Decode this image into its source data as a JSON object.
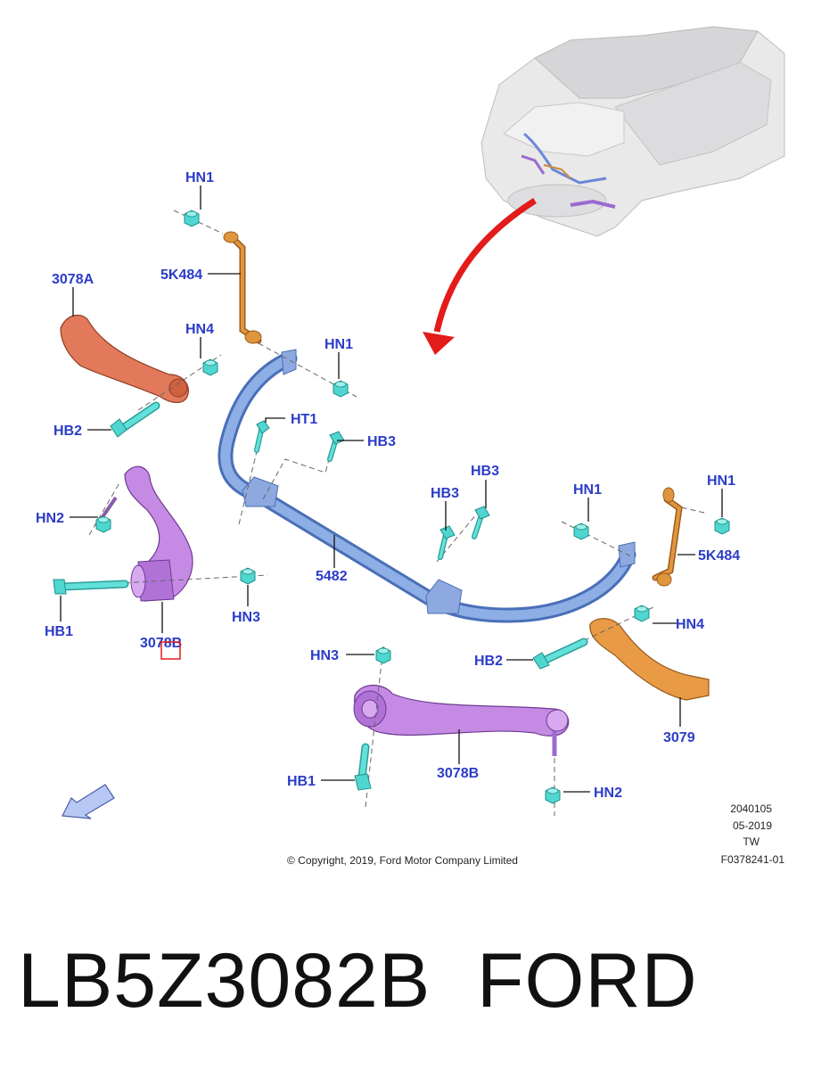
{
  "colors": {
    "label_blue": "#2b3cc8",
    "stabilizer_bar": "#7e9fdc",
    "control_arm_purple": "#b57ed8",
    "arm_orange": "#d9883a",
    "arm_red": "#d9684a",
    "fastener_cyan": "#4fd6d0",
    "arrow_red": "#e31b1b",
    "direction_arrow": "#b8c8f4"
  },
  "labels": {
    "hn1_top": "HN1",
    "k5484_left": "5K484",
    "a3078": "3078A",
    "hn4_left": "HN4",
    "hn1_mid": "HN1",
    "hb2_left": "HB2",
    "ht1": "HT1",
    "hb3_left": "HB3",
    "hn2_left": "HN2",
    "hb3_mid": "HB3",
    "hb3_right": "HB3",
    "hn1_right": "HN1",
    "hn1_far_right": "HN1",
    "k5484_right": "5K484",
    "p5482": "5482",
    "hb1_left": "HB1",
    "hn3_left": "HN3",
    "b3078_left": "3078B",
    "hn4_right": "HN4",
    "hn3_bottom": "HN3",
    "hb2_right": "HB2",
    "p3079": "3079",
    "b3078_bottom": "3078B",
    "hb1_bottom": "HB1",
    "hn2_bottom": "HN2"
  },
  "meta": {
    "code": "2040105",
    "date": "05-2019",
    "region": "TW",
    "figure": "F0378241-01"
  },
  "copyright": "© Copyright, 2019, Ford Motor Company Limited",
  "caption": {
    "part_number": "LB5Z3082B",
    "brand": "FORD"
  }
}
